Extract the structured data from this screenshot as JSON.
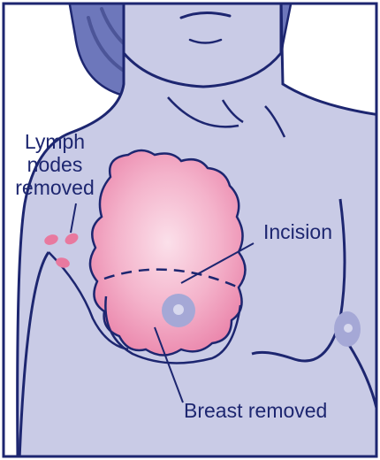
{
  "labels": {
    "lymph_line1": "Lymph",
    "lymph_line2": "nodes",
    "lymph_line3": "removed",
    "incision": "Incision",
    "breast_removed": "Breast removed"
  },
  "colors": {
    "skin": "#c9cbe6",
    "skin_shadow": "#b3b5da",
    "outline": "#1d2670",
    "hair": "#6d77bb",
    "hair_dark": "#4c5598",
    "tissue_outer": "#ee8eb1",
    "tissue_inner": "#f7c8da",
    "lymph_node": "#e8799f",
    "areola": "#a5a8d6",
    "nipple": "#d7d8ee",
    "frame": "#1d2670"
  }
}
